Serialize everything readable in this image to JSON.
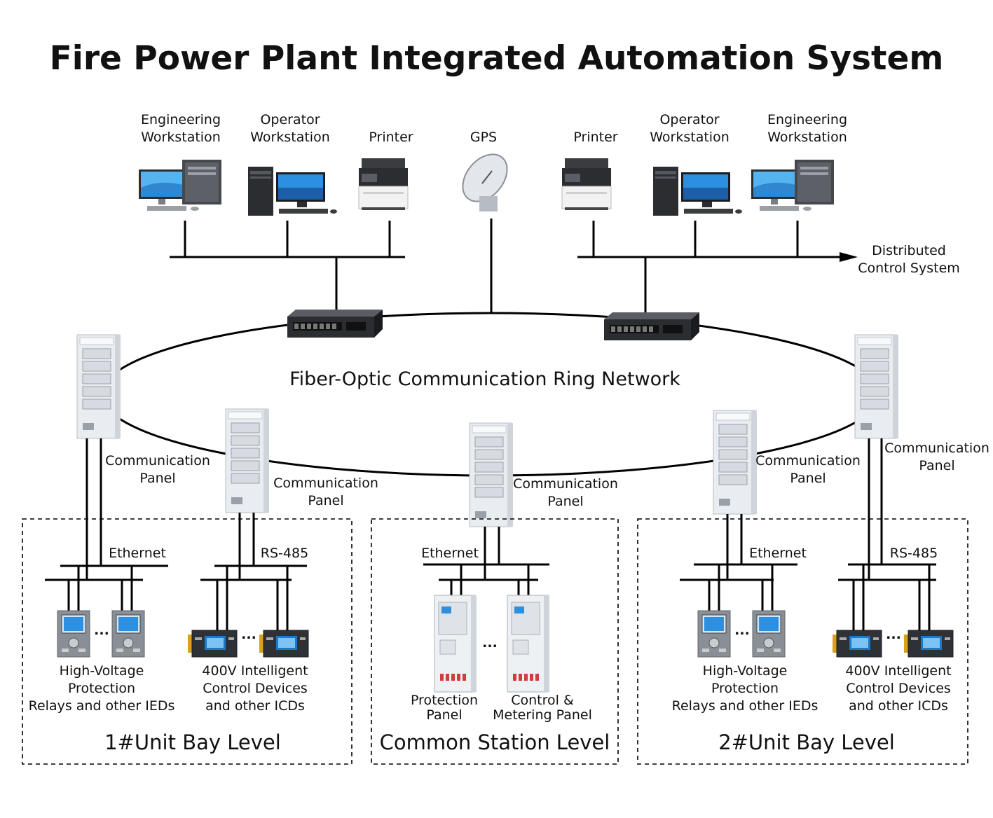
{
  "title": "Fire Power Plant Integrated Automation System",
  "top_devices": {
    "left": [
      {
        "label_l1": "Engineering",
        "label_l2": "Workstation",
        "icon": "engineering-workstation-icon"
      },
      {
        "label_l1": "Operator",
        "label_l2": "Workstation",
        "icon": "operator-workstation-icon"
      },
      {
        "label_l1": "",
        "label_l2": "Printer",
        "icon": "printer-icon"
      }
    ],
    "gps": {
      "label": "GPS",
      "icon": "satellite-dish-icon"
    },
    "right": [
      {
        "label_l1": "",
        "label_l2": "Printer",
        "icon": "printer-icon"
      },
      {
        "label_l1": "Operator",
        "label_l2": "Workstation",
        "icon": "operator-workstation-icon"
      },
      {
        "label_l1": "Engineering",
        "label_l2": "Workstation",
        "icon": "engineering-workstation-icon"
      }
    ],
    "dcs": {
      "l1": "Distributed",
      "l2": "Control System"
    }
  },
  "ring": {
    "label": "Fiber-Optic Communication Ring Network"
  },
  "comm_panels": [
    {
      "l1": "Communication",
      "l2": "Panel"
    },
    {
      "l1": "Communication",
      "l2": "Panel"
    },
    {
      "l1": "Communication",
      "l2": "Panel"
    },
    {
      "l1": "Communication",
      "l2": "Panel"
    },
    {
      "l1": "Communication",
      "l2": "Panel"
    }
  ],
  "levels": {
    "unit1": {
      "title": "1#Unit Bay Level",
      "bus_ethernet": "Ethernet",
      "bus_rs485": "RS-485",
      "hv": {
        "l1": "High-Voltage",
        "l2": "Protection",
        "l3": "Relays and other IEDs"
      },
      "lv": {
        "l1": "400V Intelligent",
        "l2": "Control Devices",
        "l3": "and other ICDs"
      },
      "ellipsis": "..."
    },
    "common": {
      "title": "Common Station Level",
      "bus_ethernet": "Ethernet",
      "prot": {
        "l1": "Protection",
        "l2": "Panel"
      },
      "ctrl": {
        "l1": "Control &",
        "l2": "Metering Panel"
      },
      "ellipsis": "..."
    },
    "unit2": {
      "title": "2#Unit Bay Level",
      "bus_ethernet": "Ethernet",
      "bus_rs485": "RS-485",
      "hv": {
        "l1": "High-Voltage",
        "l2": "Protection",
        "l3": "Relays and other IEDs"
      },
      "lv": {
        "l1": "400V Intelligent",
        "l2": "Control Devices",
        "l3": "and other ICDs"
      },
      "ellipsis": "..."
    }
  },
  "colors": {
    "line": "#000000",
    "screen": "#1e78c8",
    "cabinet": "#e9edf2",
    "device_body": "#8a8f96",
    "accent_gold": "#d8a21c"
  }
}
